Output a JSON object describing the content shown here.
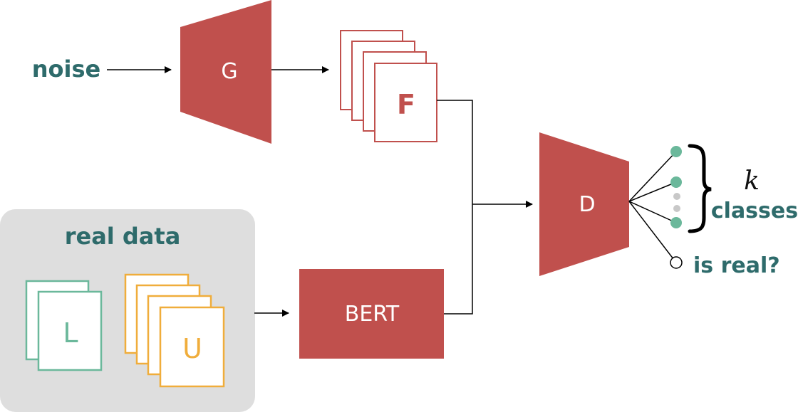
{
  "input_label": "noise",
  "generator": {
    "label": "G"
  },
  "fake_docs": {
    "label": "F"
  },
  "real_data": {
    "title": "real data",
    "labeled_label": "L",
    "unlabeled_label": "U"
  },
  "encoder": {
    "label": "BERT"
  },
  "discriminator": {
    "label": "D"
  },
  "outputs": {
    "k_symbol": "k",
    "classes_label": "classes",
    "real_label": "is real?"
  },
  "colors": {
    "block_red": "#c0504d",
    "teal_text": "#2e6b6b",
    "labeled_green": "#6bb89b",
    "unlabeled_orange": "#f0ad3b",
    "panel_gray": "#dedede",
    "dot_gray": "#c8c8c8"
  }
}
